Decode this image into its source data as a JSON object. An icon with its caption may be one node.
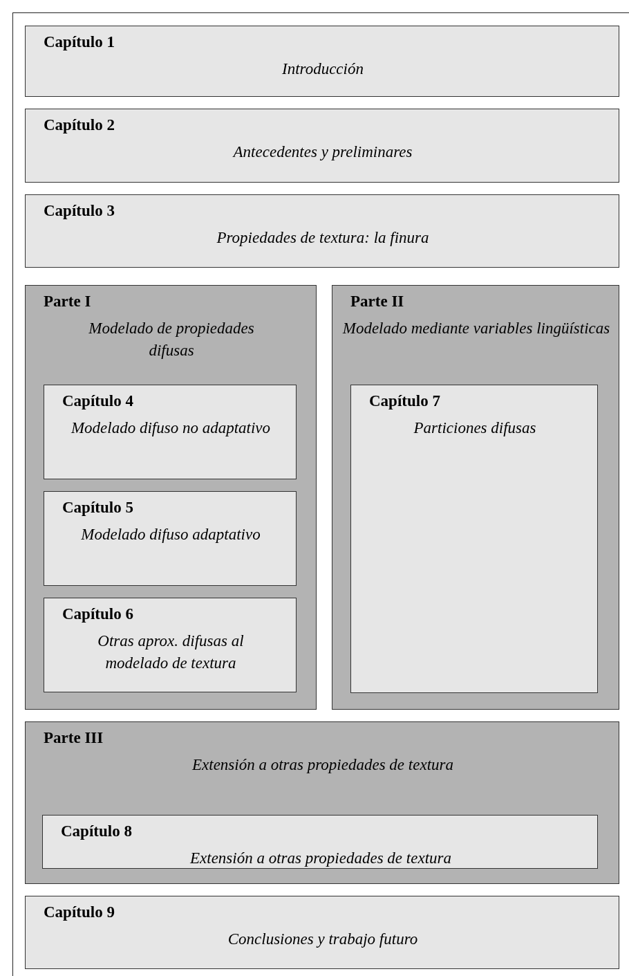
{
  "diagram": {
    "nodes": [
      {
        "text": [
          "Capítulo 1",
          "Introducción"
        ]
      },
      {
        "text": [
          "Capítulo 2",
          "Antecedentes y preliminares"
        ]
      },
      {
        "text": [
          "Capítulo 3",
          "Propiedades de textura: la finura"
        ]
      },
      {
        "text": [
          "Parte I",
          "Modelado de propiedades difusas"
        ]
      },
      {
        "text": [
          "Capítulo 4",
          "Modelado difuso no adaptativo"
        ],
        "in": 3
      },
      {
        "text": [
          "Capítulo 5",
          "Modelado difuso adaptativo"
        ],
        "in": 3
      },
      {
        "text": [
          "Capítulo 6",
          "Otras aprox. difusas al modelado de textura"
        ],
        "in": 3
      },
      {
        "text": [
          "Parte II",
          "Modelado mediante variables lingüísticas"
        ]
      },
      {
        "text": [
          "Capítulo 7",
          "Particiones difusas"
        ],
        "in": 7
      },
      {
        "text": [
          "Parte III",
          "Extensión a otras propiedades de textura"
        ]
      },
      {
        "text": [
          "Capítulo 8",
          "Extensión a otras propiedades de textura"
        ],
        "in": 9
      },
      {
        "text": [
          "Capítulo 9",
          "Conclusiones y trabajo futuro"
        ]
      }
    ]
  }
}
